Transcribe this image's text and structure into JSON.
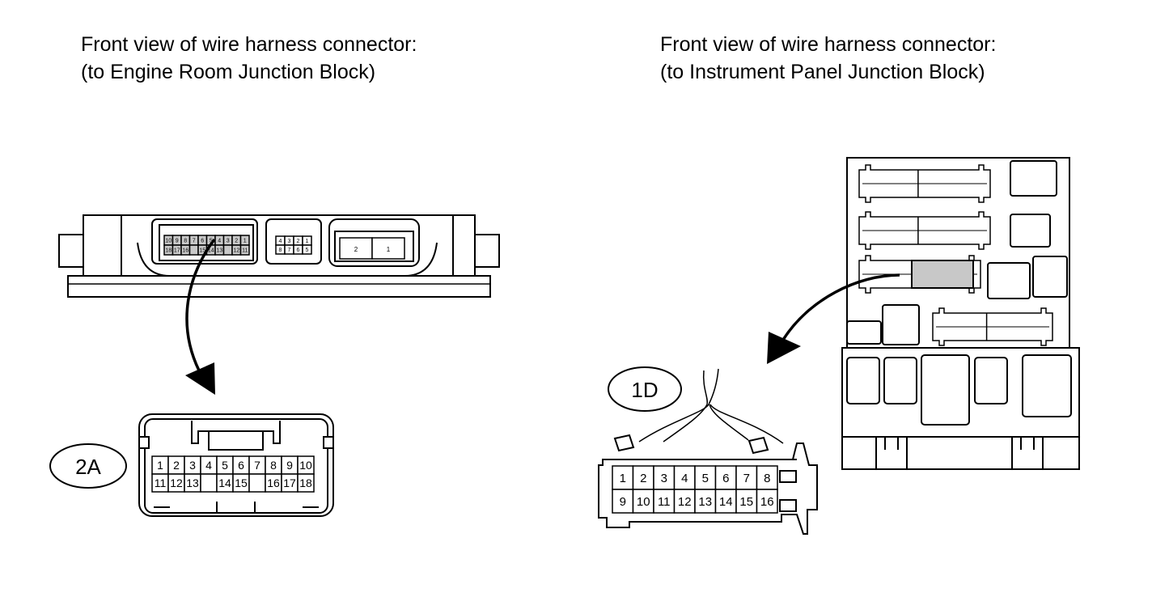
{
  "left_caption": {
    "line1": "Front view of wire harness connector:",
    "line2": "(to Engine Room Junction Block)"
  },
  "right_caption": {
    "line1": "Front view of wire harness connector:",
    "line2": "(to Instrument Panel Junction Block)"
  },
  "connector_2a": {
    "label": "2A",
    "top_row": [
      "1",
      "2",
      "3",
      "4",
      "5",
      "6",
      "7",
      "8",
      "9",
      "10"
    ],
    "bottom_row": [
      "11",
      "12",
      "13",
      "",
      "14",
      "15",
      "",
      "16",
      "17",
      "18"
    ]
  },
  "connector_1d": {
    "label": "1D",
    "top_row": [
      "1",
      "2",
      "3",
      "4",
      "5",
      "6",
      "7",
      "8"
    ],
    "bottom_row": [
      "9",
      "10",
      "11",
      "12",
      "13",
      "14",
      "15",
      "16"
    ]
  },
  "jb_mini_2a": {
    "top_row": [
      "10",
      "9",
      "8",
      "7",
      "6",
      "5",
      "4",
      "3",
      "2",
      "1"
    ],
    "bottom_row": [
      "18",
      "17",
      "16",
      "",
      "15",
      "14",
      "13",
      "",
      "12",
      "11"
    ]
  },
  "jb_mini_small": {
    "top_row": [
      "4",
      "3",
      "2",
      "1"
    ],
    "bottom_row": [
      "8",
      "7",
      "6",
      "5"
    ]
  },
  "jb_mini_large": {
    "cells": [
      "2",
      "1"
    ]
  },
  "colors": {
    "stroke": "#000000",
    "highlight": "#c8c8c8",
    "background": "#ffffff"
  }
}
